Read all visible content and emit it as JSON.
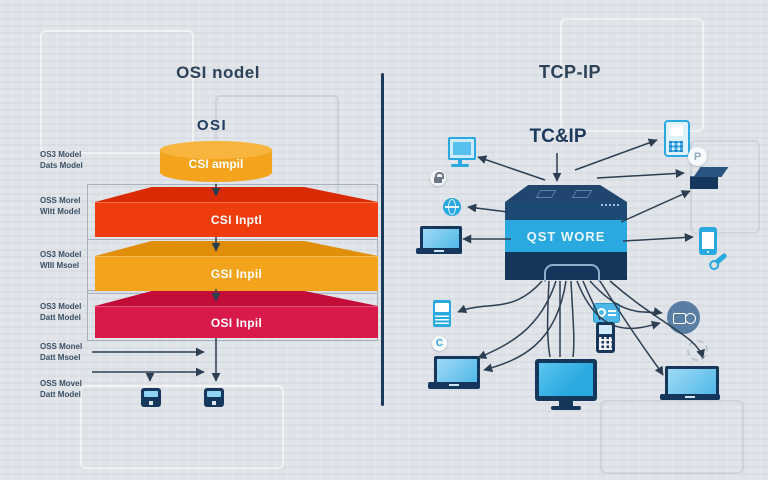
{
  "left": {
    "title": "OSI nodel",
    "subtitle": "OSI",
    "cylinder_label": "CSI ampil",
    "layers": [
      {
        "label": "CSI Inptl",
        "face_color": "#ef3c0c",
        "top_color": "#da2b04"
      },
      {
        "label": "GSI Inpil",
        "face_color": "#f4a41c",
        "top_color": "#e18e08"
      },
      {
        "label": "OSI Inpil",
        "face_color": "#d8194a",
        "top_color": "#c30c38"
      }
    ],
    "side_labels": [
      {
        "line1": "OS3 Model",
        "line2": "Dats Model"
      },
      {
        "line1": "OSS Morel",
        "line2": "Witt Model"
      },
      {
        "line1": "OS3 Model",
        "line2": "WIII Msoel"
      },
      {
        "line1": "OS3 Model",
        "line2": "Datt Model"
      },
      {
        "line1": "OSS Monel",
        "line2": "Datt Msoel"
      },
      {
        "line1": "OSS Movel",
        "line2": "Datt Model"
      }
    ],
    "storage_icons": [
      "storage-disk",
      "storage-disk"
    ]
  },
  "right": {
    "title": "TCP-IP",
    "subtitle": "TC&IP",
    "router_label": "QST WORE",
    "badges": {
      "currency": "P",
      "refresh": "C"
    },
    "icon_names": [
      "desktop-computer-icon",
      "lock-icon",
      "globe-icon",
      "laptop-icon",
      "feature-phone-icon",
      "currency-p-badge",
      "package-icon",
      "smartphone-icon",
      "wrench-icon",
      "kiosk-icon",
      "refresh-badge",
      "laptop-icon",
      "id-card-icon",
      "keypad-phone-icon",
      "media-circle-icon",
      "dashed-clock-icon",
      "monitor-icon",
      "laptop-icon"
    ]
  },
  "colors": {
    "background": "#dce1e7",
    "divider": "#1c3a5a",
    "accent_blue": "#2aa9e0",
    "navy": "#16375c",
    "orange": "#f4a31c",
    "red_orange": "#ef3c0c",
    "crimson": "#d8194a",
    "arrow": "#2c3e52",
    "title_text": "#2d4258"
  }
}
